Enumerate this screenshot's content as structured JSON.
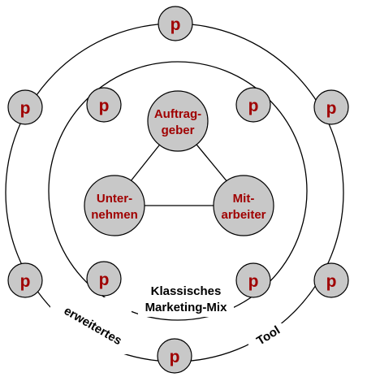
{
  "nodes": {
    "p_label": "p",
    "auftraggeber": [
      "Auftrag-",
      "geber"
    ],
    "unternehmen": [
      "Unter-",
      "nehmen"
    ],
    "mitarbeiter": [
      "Mit-",
      "arbeiter"
    ]
  },
  "captions": {
    "klassisches": "Klassisches",
    "marketing_mix": "Marketing-Mix",
    "erweitertes": "erweitertes",
    "tool": "Tool"
  },
  "colors": {
    "node_fill": "#c8c8c8",
    "label_red": "#a00000",
    "line": "#000000"
  }
}
